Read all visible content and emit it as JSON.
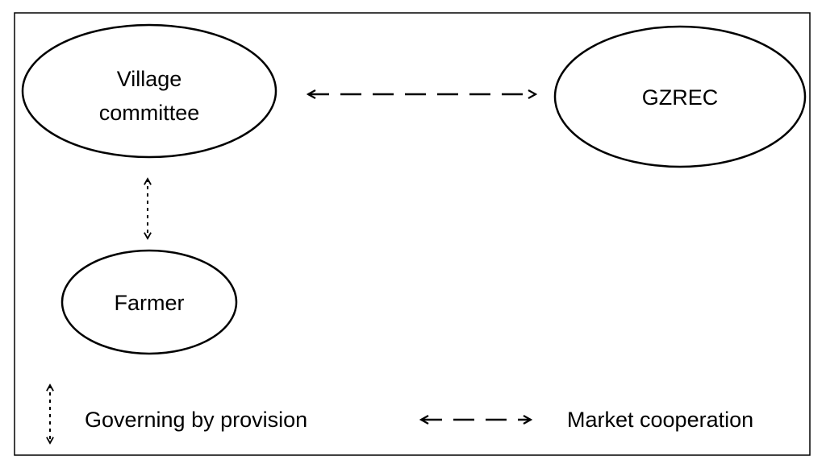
{
  "colors": {
    "stroke": "#000000",
    "background": "#ffffff",
    "text": "#000000"
  },
  "nodes": {
    "village_committee": {
      "line1": "Village",
      "line2": "committee"
    },
    "gzrec": {
      "label": "GZREC"
    },
    "farmer": {
      "label": "Farmer"
    }
  },
  "relations": [
    {
      "from": "Village committee",
      "to": "GZREC",
      "type": "Market cooperation"
    },
    {
      "from": "Village committee",
      "to": "Farmer",
      "type": "Governing by provision"
    }
  ],
  "legend": {
    "governing": "Governing by provision",
    "market": "Market cooperation"
  }
}
